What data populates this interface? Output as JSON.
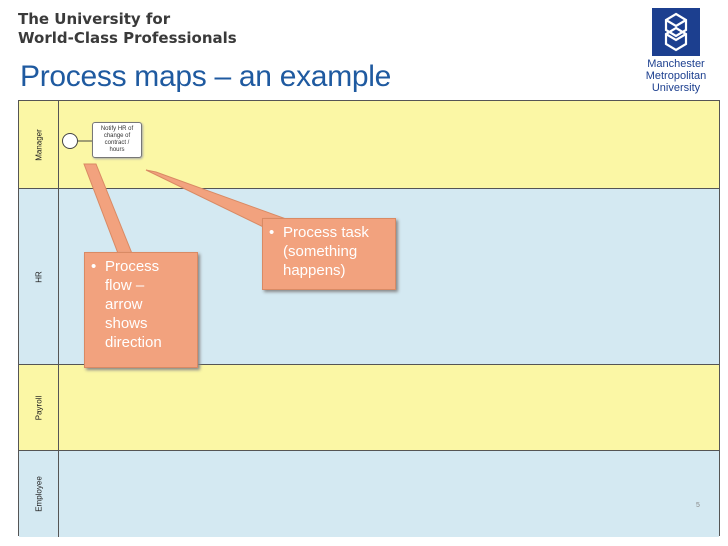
{
  "header": {
    "tagline_line1": "The University for",
    "tagline_line2": "World-Class Professionals",
    "title": "Process maps – an example"
  },
  "logo": {
    "line1": "Manchester",
    "line2": "Metropolitan",
    "line3": "University",
    "icon": "university-emblem-icon"
  },
  "lanes": [
    {
      "label": "Manager",
      "color": "#fbf7a5"
    },
    {
      "label": "HR",
      "color": "#d4e9f2"
    },
    {
      "label": "Payroll",
      "color": "#fbf7a5"
    },
    {
      "label": "Employee",
      "color": "#d4e9f2"
    }
  ],
  "task": {
    "line1": "Notify HR of",
    "line2": "change of",
    "line3": "contract /",
    "line4": "hours"
  },
  "callouts": {
    "flow": {
      "bullet": "•",
      "lines": [
        "Process",
        "flow –",
        "arrow",
        "shows",
        "direction"
      ]
    },
    "task": {
      "bullet": "•",
      "lines": [
        "Process task",
        "(something",
        "happens)"
      ]
    }
  },
  "colors": {
    "accent": "#1f5aa0",
    "callout": "#f2a27e",
    "lane_yellow": "#fbf7a5",
    "lane_blue": "#d4e9f2"
  },
  "slide_number": "5"
}
